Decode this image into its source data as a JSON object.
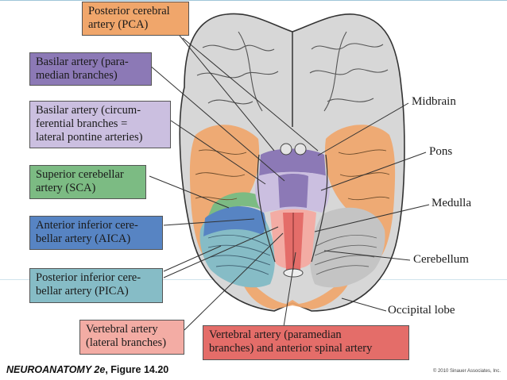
{
  "figure": {
    "caption_title": "NEUROANATOMY 2e",
    "caption_rest": ", Figure 14.20",
    "copyright": "© 2010 Sinauer Associates, Inc."
  },
  "colors": {
    "pca": "#f0a66b",
    "basilar_paramedian": "#8c79b6",
    "basilar_circumferential": "#cbbfe0",
    "sca": "#7cbb83",
    "aica": "#5784c3",
    "pica": "#86bcc6",
    "vertebral_lateral": "#f3aca4",
    "vertebral_paramedian": "#e46d69",
    "brain_gray": "#d7d7d7",
    "outline": "#333333"
  },
  "labels": {
    "pca": "Posterior cerebral\nartery (PCA)",
    "basilar_paramedian": "Basilar artery (para-\nmedian branches)",
    "basilar_circumferential": "Basilar artery (circum-\nferential branches =\nlateral pontine arteries)",
    "sca": "Superior cerebellar\nartery (SCA)",
    "aica": "Anterior inferior cere-\nbellar artery (AICA)",
    "pica": "Posterior inferior cere-\nbellar artery (PICA)",
    "vertebral_lateral": "Vertebral artery\n(lateral branches)",
    "vertebral_paramedian": "Vertebral artery (paramedian\nbranches) and anterior spinal artery"
  },
  "structures": {
    "midbrain": "Midbrain",
    "pons": "Pons",
    "medulla": "Medulla",
    "cerebellum": "Cerebellum",
    "occipital_lobe": "Occipital lobe"
  }
}
